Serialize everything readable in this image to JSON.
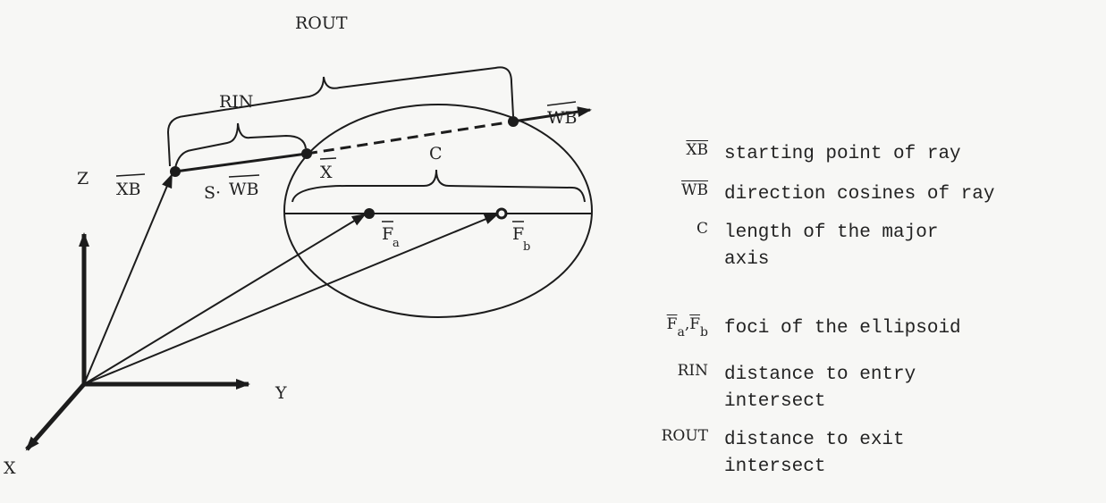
{
  "diagram": {
    "labels": {
      "rout": "ROUT",
      "rin": "RIN",
      "wb_top": "WB",
      "xb_left": "XB",
      "s_dot": "S·",
      "s_wb": "WB",
      "x_point": "X",
      "c_axis": "C",
      "fa": "F",
      "fa_sub": "a",
      "fb": "F",
      "fb_sub": "b",
      "axis_z": "Z",
      "axis_y": "Y",
      "axis_x": "X"
    }
  },
  "legend": {
    "items": [
      {
        "symbol": "XB",
        "description": "starting point of ray"
      },
      {
        "symbol": "WB",
        "description": "direction cosines of ray"
      },
      {
        "symbol": "C",
        "description": "length of the major\naxis"
      },
      {
        "symbol_a": "F",
        "sub_a": "a",
        "sep": ",",
        "symbol_b": "F",
        "sub_b": "b",
        "description": "foci of the ellipsoid"
      },
      {
        "symbol": "RIN",
        "description": "distance to entry\nintersect"
      },
      {
        "symbol": "ROUT",
        "description": "distance to exit\nintersect"
      }
    ]
  },
  "colors": {
    "ink": "#1c1c1c",
    "paper": "#f7f7f5"
  }
}
